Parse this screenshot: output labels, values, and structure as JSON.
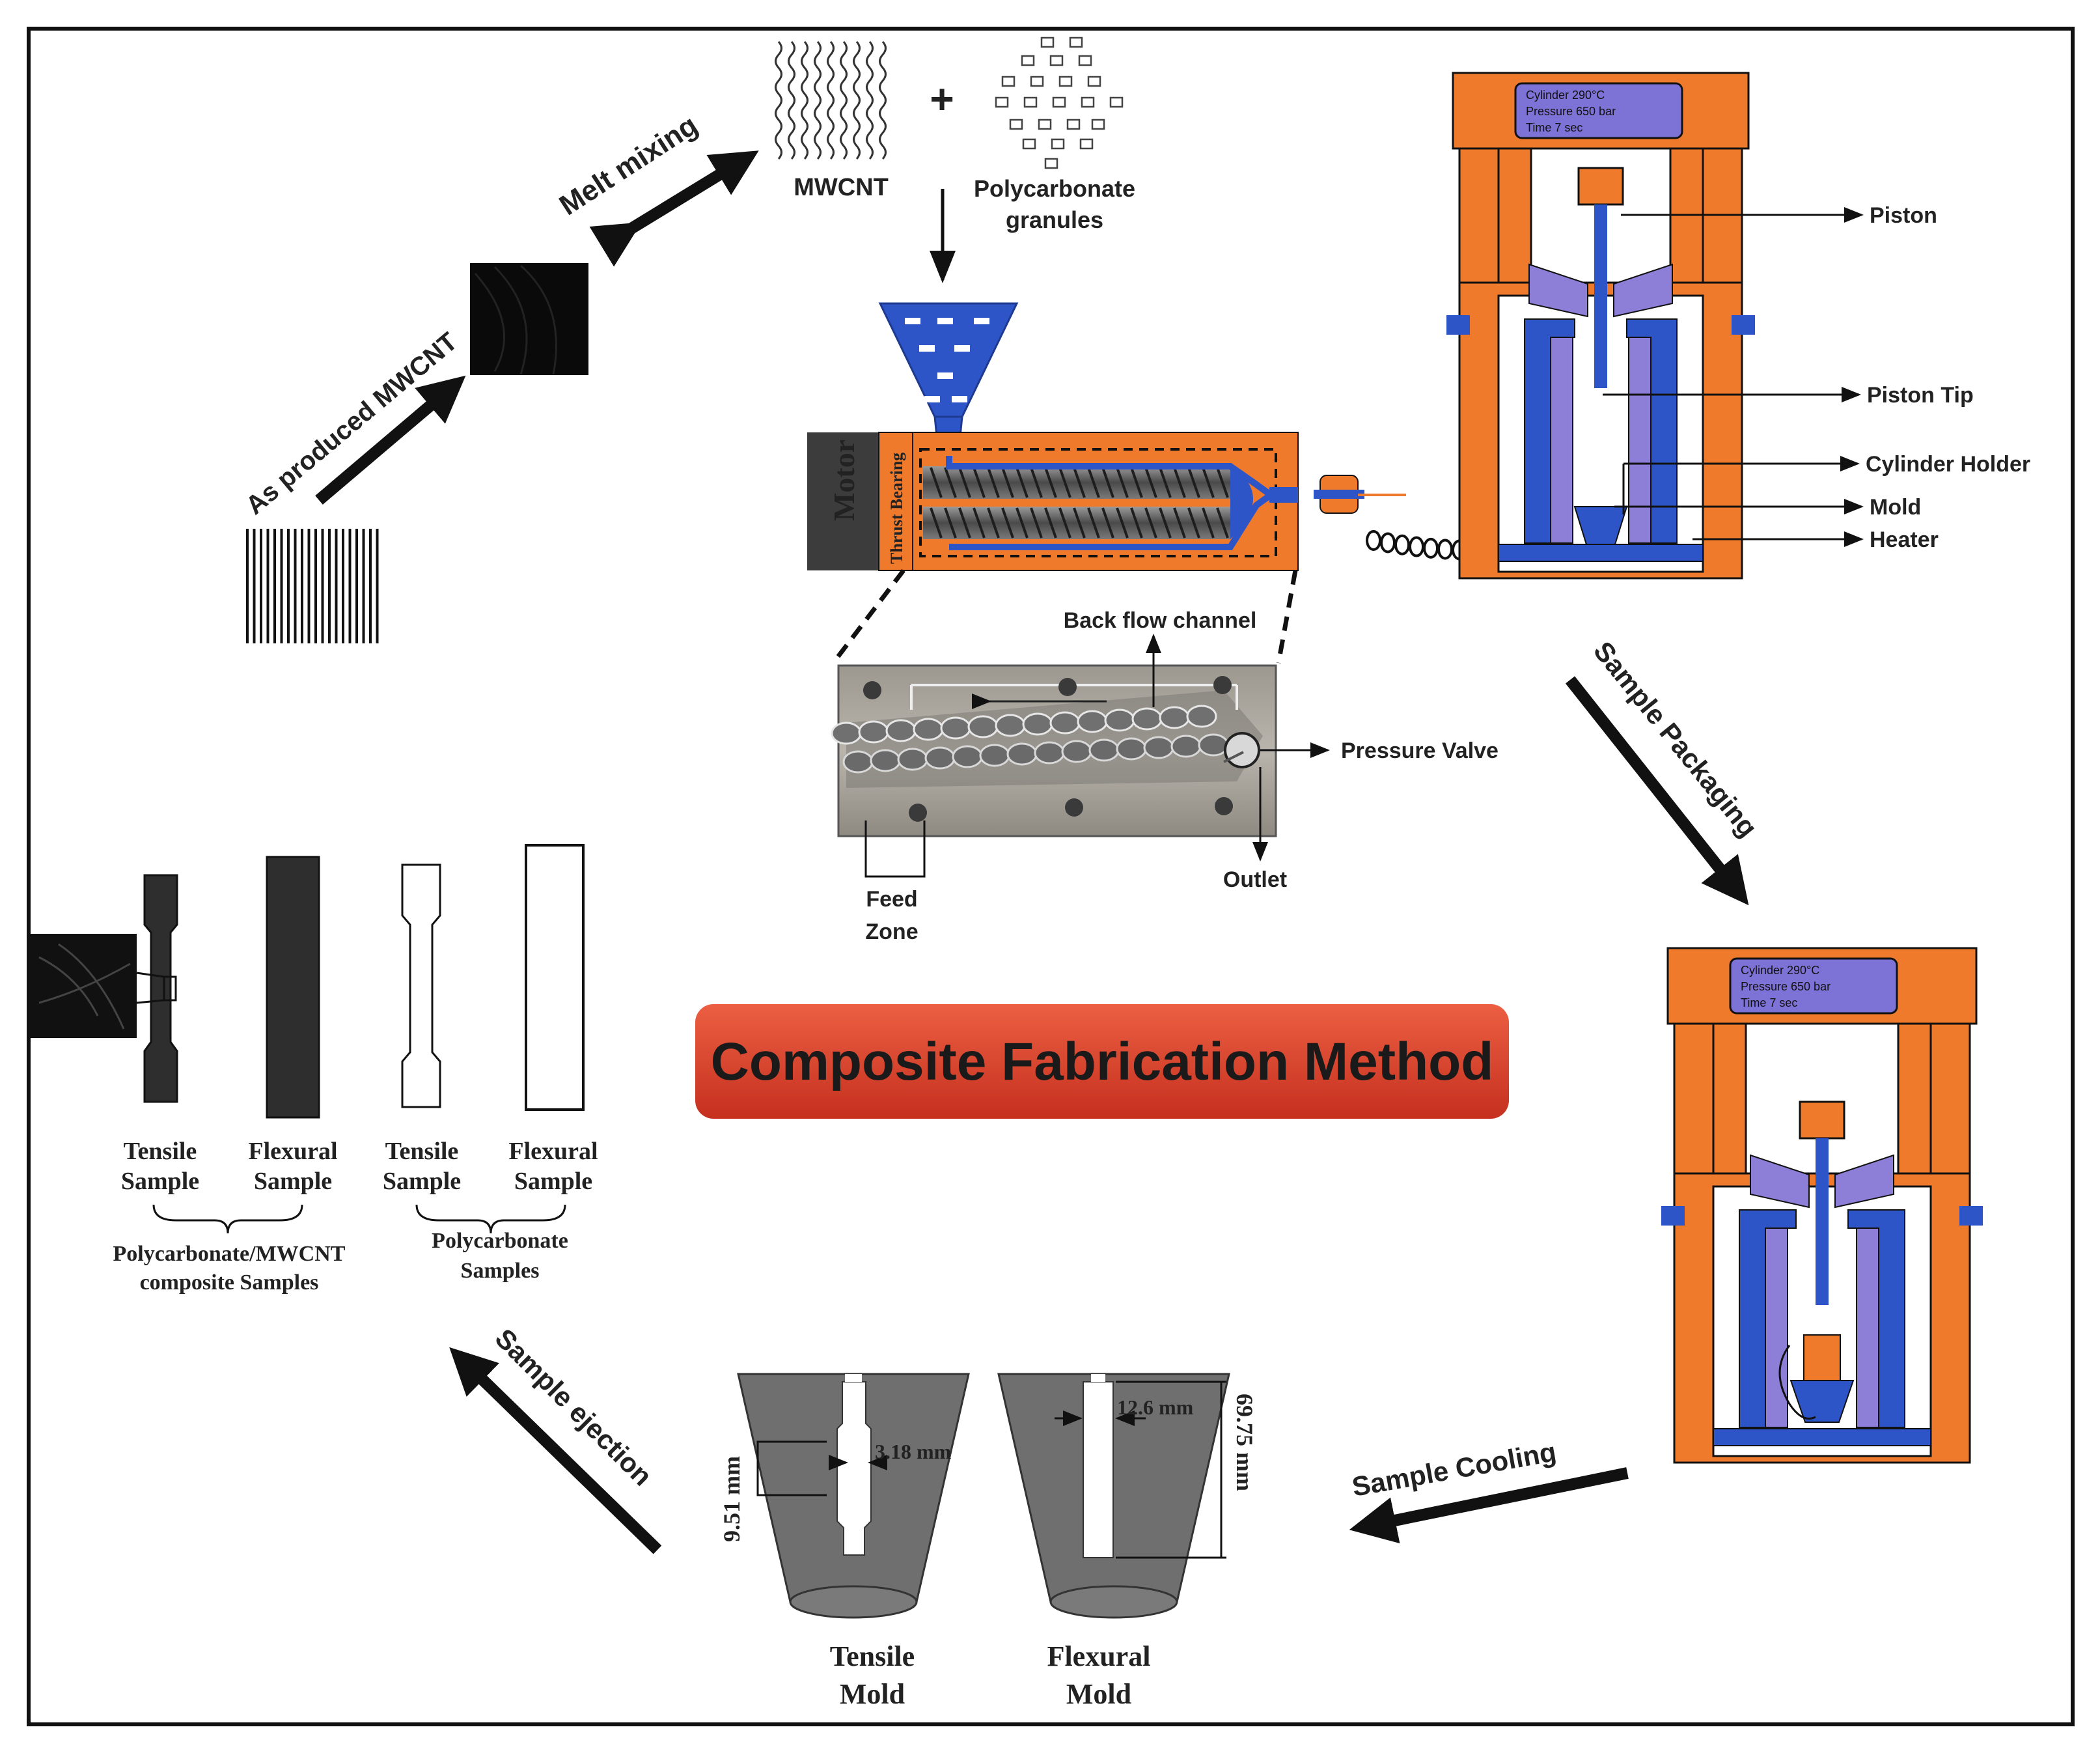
{
  "title": "Composite Fabrication Method",
  "colors": {
    "orange": "#f07a2c",
    "blue": "#2d55c8",
    "purple": "#8d7fd8",
    "dark": "#3c3c3c",
    "grey": "#6f6f6f",
    "badge_top": "#e8543a",
    "badge_bottom": "#c9301e"
  },
  "steps": {
    "melt_mixing": "Melt mixing",
    "as_produced": "As produced MWCNT",
    "sample_packaging": "Sample Packaging",
    "sample_cooling": "Sample Cooling",
    "sample_ejection": "Sample ejection"
  },
  "materials": {
    "mwcnt": "MWCNT",
    "plus": "+",
    "polycarbonate_line1": "Polycarbonate",
    "polycarbonate_line2": "granules"
  },
  "extruder": {
    "motor": "Motor",
    "thrust_bearing": "Thrust Bearing",
    "back_flow_channel": "Back flow channel",
    "pressure_valve": "Pressure Valve",
    "outlet": "Outlet",
    "feed_line1": "Feed",
    "feed_line2": "Zone"
  },
  "injector": {
    "display_lines": [
      "Cylinder     290°C",
      "Pressure    650 bar",
      "Time          7 sec"
    ],
    "piston": "Piston",
    "piston_tip": "Piston Tip",
    "cylinder_holder": "Cylinder Holder",
    "mold": "Mold",
    "heater": "Heater"
  },
  "samples": {
    "tensile_line1": "Tensile",
    "tensile_line2": "Sample",
    "flexural_line1": "Flexural",
    "flexural_line2": "Sample",
    "composite_line1": "Polycarbonate/MWCNT",
    "composite_line2": "composite Samples",
    "pc_line1": "Polycarbonate",
    "pc_line2": "Samples"
  },
  "molds": {
    "tensile_line1": "Tensile",
    "tensile_line2": "Mold",
    "flexural_line1": "Flexural",
    "flexural_line2": "Mold",
    "dim_9_51": "9.51 mm",
    "dim_3_18": "3.18 mm",
    "dim_12_6": "12.6 mm",
    "dim_69_75": "69.75 mm"
  }
}
